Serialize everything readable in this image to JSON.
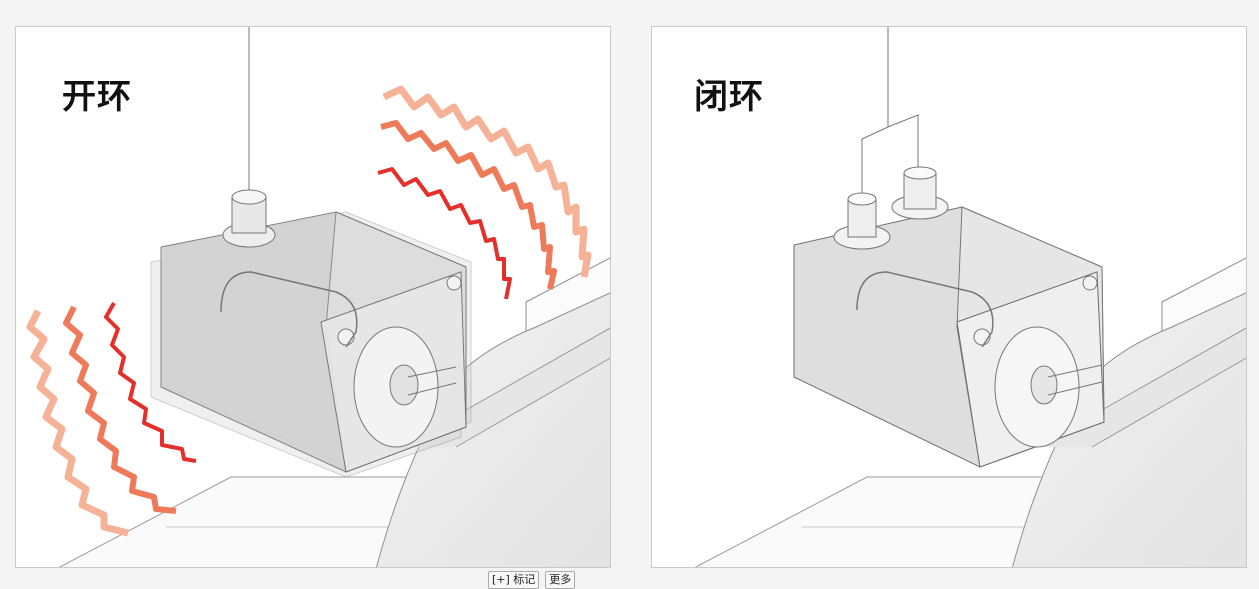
{
  "panels": {
    "open_loop": {
      "title": "开环"
    },
    "closed_loop": {
      "title": "闭环"
    }
  },
  "footer": {
    "mark_button": "[+] 标记",
    "more_button": "更多"
  },
  "colors": {
    "vibration_dark": "#e3302b",
    "vibration_mid": "#ee7a5a",
    "vibration_light": "#f5b296",
    "motor_fill": "#d6d6d6",
    "outline": "#888888"
  }
}
